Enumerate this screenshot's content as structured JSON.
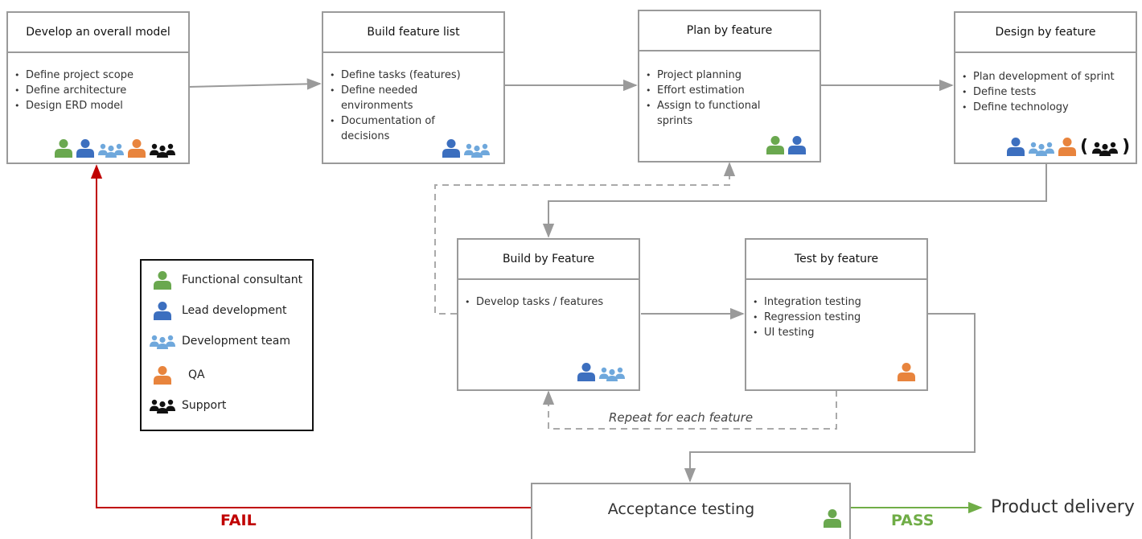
{
  "colors": {
    "functional": "#6aa84f",
    "lead": "#3c6fbf",
    "team": "#6fa8dc",
    "qa": "#e8843d",
    "support": "#111111",
    "fail": "#c00000",
    "pass": "#70ad47",
    "line": "#9a9a9a"
  },
  "boxes": {
    "develop_model": {
      "title": "Develop an overall model",
      "items": [
        "Define project scope",
        "Define architecture",
        "Design ERD model"
      ]
    },
    "build_list": {
      "title": "Build feature list",
      "items": [
        "Define tasks (features)",
        "Define needed environments",
        "Documentation of decisions"
      ]
    },
    "plan": {
      "title": "Plan by feature",
      "items": [
        "Project planning",
        "Effort estimation",
        "Assign to functional sprints"
      ]
    },
    "design": {
      "title": "Design by feature",
      "items": [
        "Plan development of sprint",
        "Define tests",
        "Define technology"
      ]
    },
    "build_feature": {
      "title": "Build by Feature",
      "items": [
        "Develop tasks / features"
      ]
    },
    "test": {
      "title": "Test by feature",
      "items": [
        "Integration testing",
        "Regression testing",
        "UI testing"
      ]
    },
    "acceptance": {
      "title": "Acceptance testing"
    }
  },
  "labels": {
    "repeat": "Repeat for each feature",
    "fail": "FAIL",
    "pass": "PASS",
    "delivery": "Product delivery",
    "paren_open": "(",
    "paren_close": ")"
  },
  "legend": [
    {
      "icon": "person",
      "color_key": "functional",
      "label": "Functional consultant"
    },
    {
      "icon": "person",
      "color_key": "lead",
      "label": "Lead development"
    },
    {
      "icon": "group",
      "color_key": "team",
      "label": "Development team"
    },
    {
      "icon": "person",
      "color_key": "qa",
      "label": "QA"
    },
    {
      "icon": "group",
      "color_key": "support",
      "label": "Support"
    }
  ]
}
